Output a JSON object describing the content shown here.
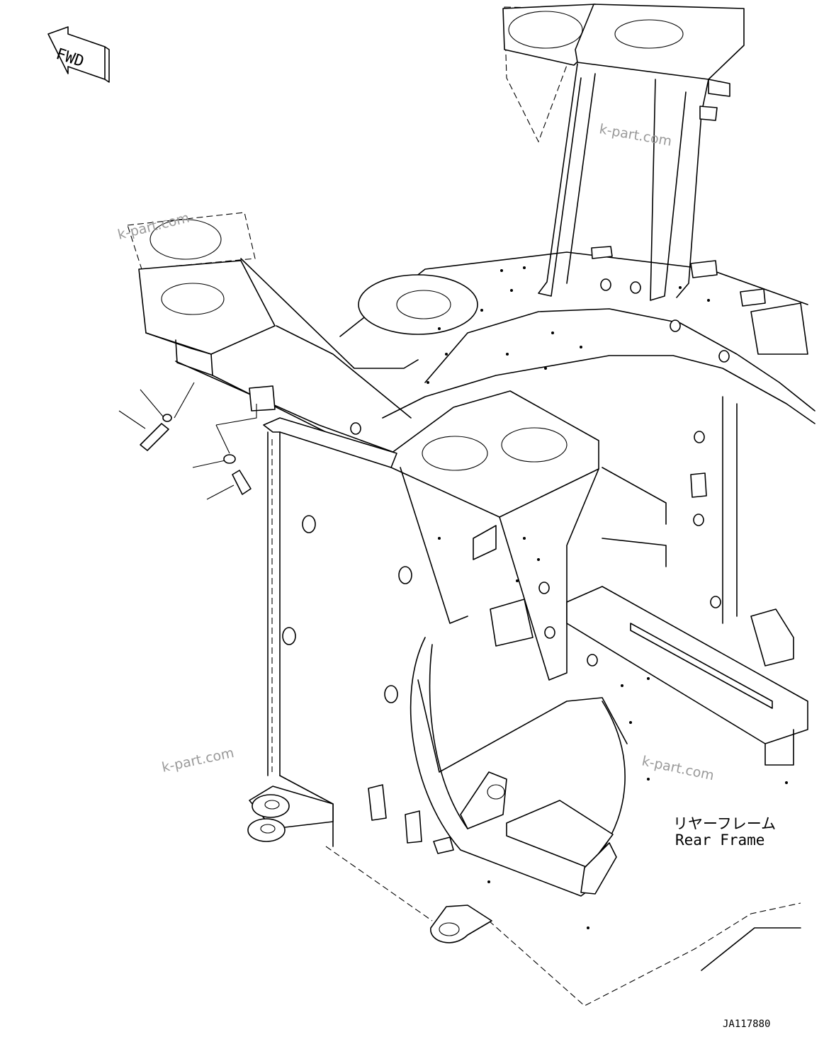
{
  "diagram": {
    "fwd_label": "FWD",
    "part_label_jp": "リヤーフレーム",
    "part_label_en": "Rear Frame",
    "drawing_id": "JA117880",
    "watermarks": [
      "k-part.com",
      "k-part.com",
      "k-part.com",
      "k-part.com"
    ]
  }
}
